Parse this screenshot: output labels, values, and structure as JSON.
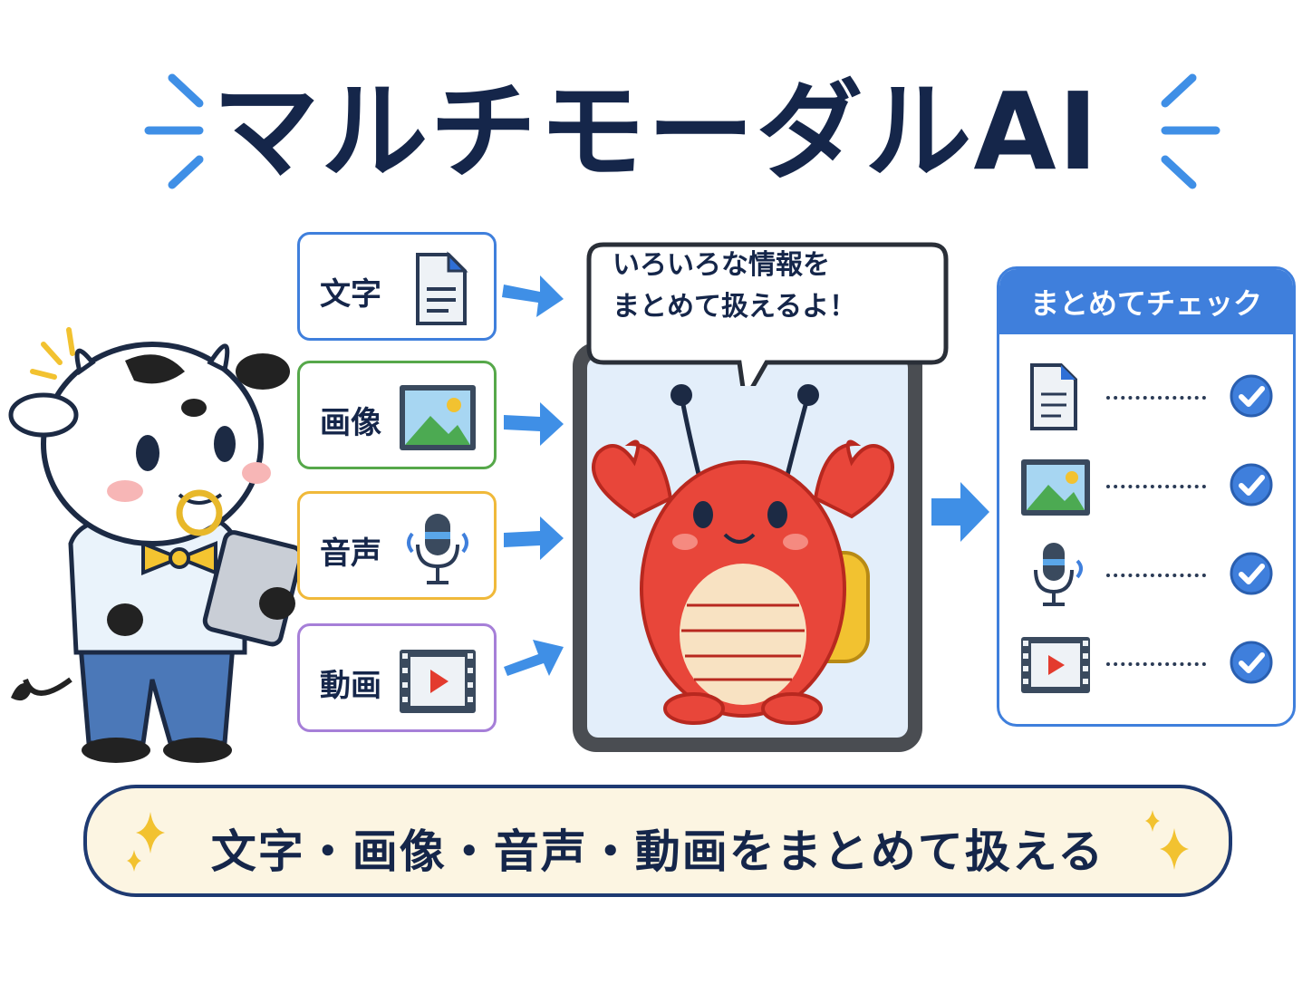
{
  "title": "マルチモーダルAI",
  "inputs": [
    {
      "label": "文字",
      "icon": "document-icon",
      "color": "#3f7fdc"
    },
    {
      "label": "画像",
      "icon": "image-icon",
      "color": "#56a84a"
    },
    {
      "label": "音声",
      "icon": "microphone-icon",
      "color": "#f0b93a"
    },
    {
      "label": "動画",
      "icon": "video-icon",
      "color": "#a67fd8"
    }
  ],
  "speech_bubble": "いろいろな情報を\nまとめて扱えるよ！",
  "check_panel": {
    "header": "まとめてチェック",
    "rows": [
      {
        "icon": "document-icon"
      },
      {
        "icon": "image-icon"
      },
      {
        "icon": "microphone-icon"
      },
      {
        "icon": "video-icon"
      }
    ]
  },
  "footer": "文字・画像・音声・動画をまとめて扱える",
  "colors": {
    "navy": "#15264a",
    "blue": "#3f7fdc",
    "lobster": "#e8463a",
    "cream": "#fcf5e2"
  }
}
